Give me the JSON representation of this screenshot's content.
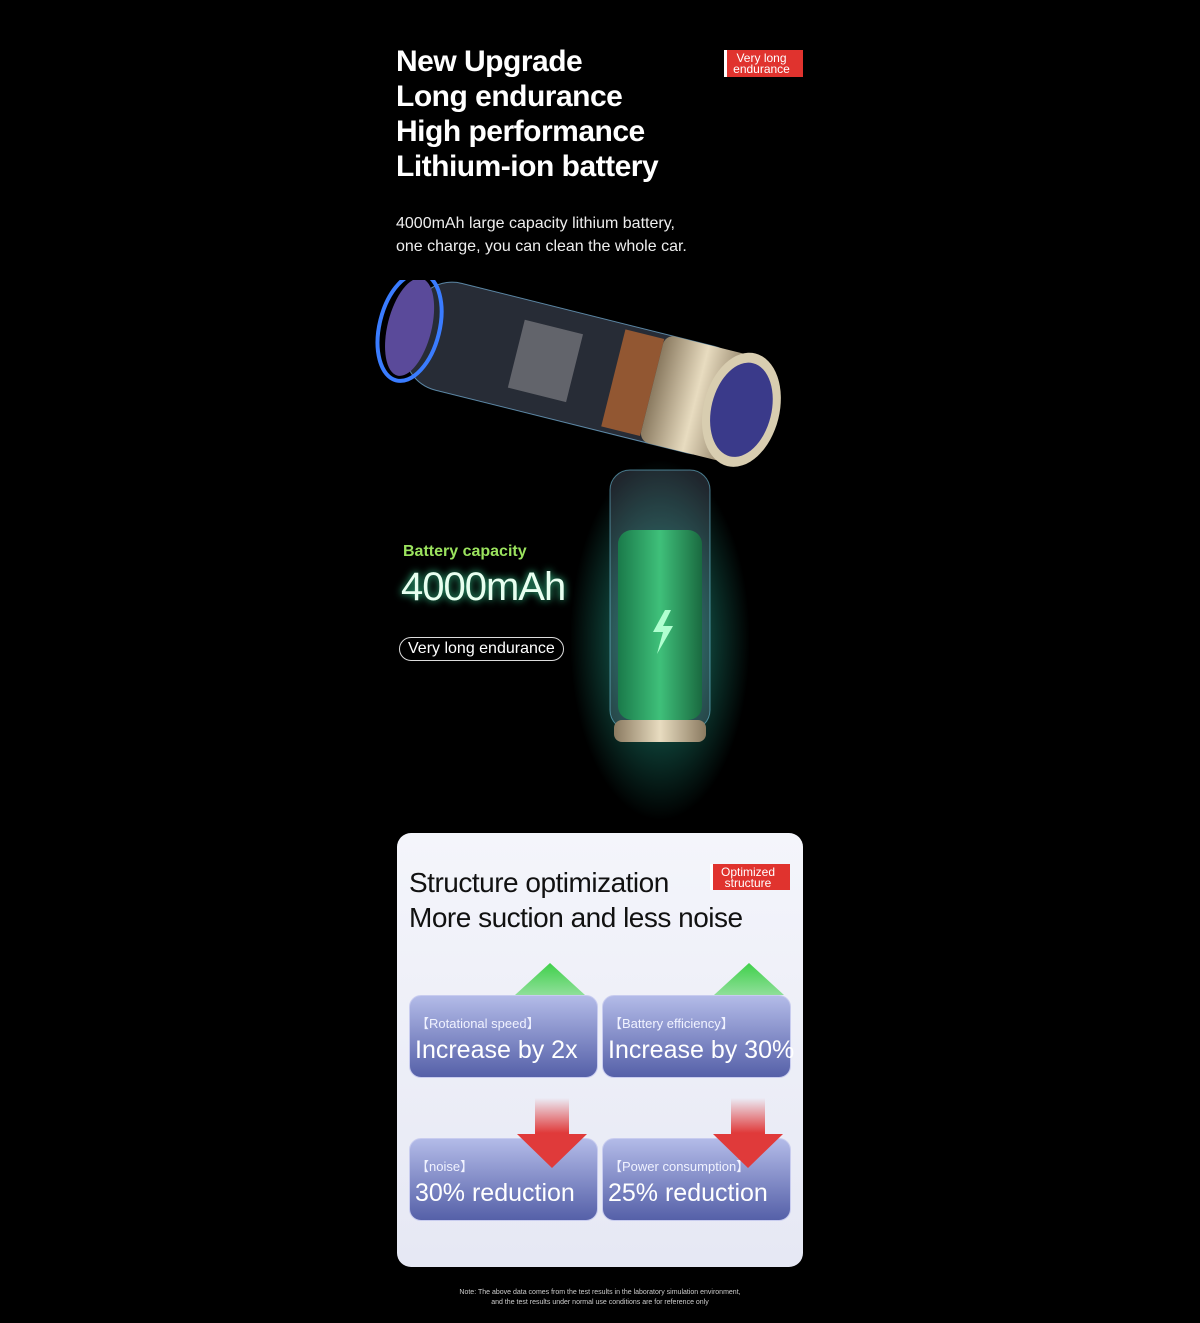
{
  "header": {
    "title_lines": [
      "New Upgrade",
      "Long endurance",
      "High performance",
      "Lithium-ion battery"
    ],
    "badge": "Very long endurance"
  },
  "subtitle": {
    "lines": [
      "4000mAh large capacity lithium battery,",
      "one charge, you can clean the whole car."
    ]
  },
  "battery": {
    "label": "Battery capacity",
    "value": "4000mAh",
    "pill": "Very long endurance"
  },
  "card": {
    "title_lines": [
      "Structure optimization",
      "More suction and less noise"
    ],
    "badge": "Optimized structure",
    "tiles": [
      {
        "label": "【Rotational speed】",
        "value": "Increase by 2x",
        "direction": "up"
      },
      {
        "label": "【Battery efficiency】",
        "value": "Increase by 30%",
        "direction": "up"
      },
      {
        "label": "【noise】",
        "value": "30% reduction",
        "direction": "down"
      },
      {
        "label": "【Power consumption】",
        "value": "25% reduction",
        "direction": "down"
      }
    ]
  },
  "note": {
    "lines": [
      "Note: The above data comes from the test results in the laboratory simulation environment,",
      "and the test results under normal use conditions are for reference only"
    ]
  },
  "colors": {
    "badge_red": "#e0332e",
    "green_text": "#9be35e",
    "tile_top": "#b3bbe8",
    "tile_bottom": "#5560a8"
  }
}
